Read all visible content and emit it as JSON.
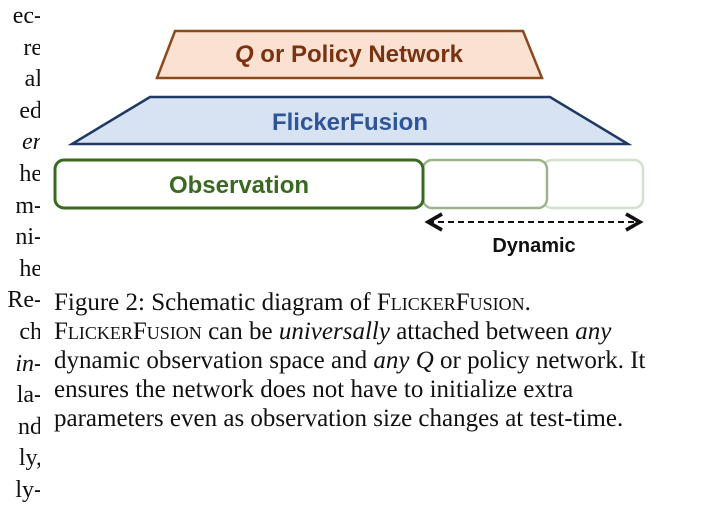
{
  "left_column": {
    "lines": [
      {
        "text": "ec-",
        "italic": false
      },
      {
        "text": "re",
        "italic": false
      },
      {
        "text": "al",
        "italic": false
      },
      {
        "text": "ed",
        "italic": false
      },
      {
        "text": "er",
        "italic": true
      },
      {
        "text": "he",
        "italic": false
      },
      {
        "text": "m-",
        "italic": false
      },
      {
        "text": "ni-",
        "italic": false
      },
      {
        "text": "he",
        "italic": false
      },
      {
        "text": "Re-",
        "italic": false
      },
      {
        "text": "ch",
        "italic": false
      },
      {
        "text": "in-",
        "italic": true
      },
      {
        "text": "la-",
        "italic": false
      },
      {
        "text": "nd",
        "italic": false
      },
      {
        "text": "ly,",
        "italic": false
      },
      {
        "text": "ly-",
        "italic": false
      }
    ]
  },
  "figure": {
    "top_layer": {
      "q": "Q",
      "rest": " or Policy Network"
    },
    "middle_layer": "FlickerFusion",
    "bottom_layer": "Observation",
    "arrow_label": "Dynamic",
    "colors": {
      "top_fill": "#fbe1d1",
      "top_stroke": "#8c4a1c",
      "mid_fill": "#d7e2f3",
      "mid_stroke": "#1f3864",
      "obs_stroke": "#3a6a22",
      "obs_text": "#3a6a22",
      "mid_text": "#2f5596",
      "top_text": "#7b3210"
    }
  },
  "caption": {
    "prefix": "Figure 2: Schematic diagram of ",
    "name_sc": "FlickerFusion",
    "after_name": ". ",
    "name_sc2": "FlickerFusion",
    "seg1": " can be ",
    "it1": "universally",
    "seg2": " attached between ",
    "it2": "any",
    "seg3": " dynamic observation space and ",
    "it3": "any Q",
    "seg4": " or policy network. It ensures the network does not have to initialize extra parameters even as observation size changes at test-time."
  }
}
